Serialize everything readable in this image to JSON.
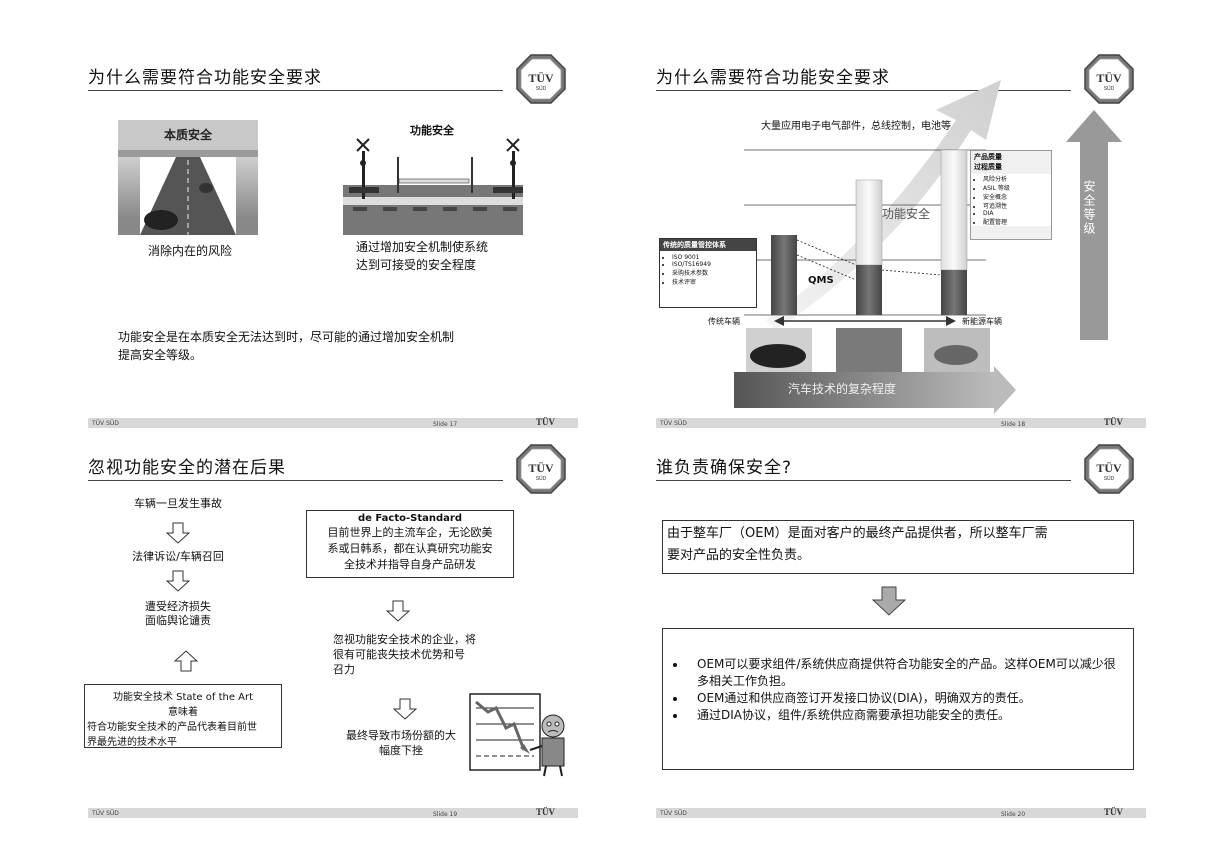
{
  "slides": [
    {
      "title": "为什么需要符合功能安全要求",
      "footer_left": "TÜV SÜD",
      "footer_mid": "Slide 17",
      "footer_right": "TÜV",
      "inherent_label": "本质安全",
      "inherent_caption": "消除内在的风险",
      "functional_label": "功能安全",
      "functional_caption_1": "通过增加安全机制使系统",
      "functional_caption_2": "达到可接受的安全程度",
      "summary_1": "功能安全是在本质安全无法达到时，尽可能的通过增加安全机制",
      "summary_2": "提高安全等级。"
    },
    {
      "title": "为什么需要符合功能安全要求",
      "footer_left": "TÜV SÜD",
      "footer_mid": "Slide 18",
      "footer_right": "TÜV",
      "top_text": "大量应用电子电气部件，总线控制，电池等",
      "func_safety": "功能安全",
      "qms": "QMS",
      "safety_level": "安全等级",
      "traditional_vehicle": "传统车辆",
      "new_vehicle": "新能源车辆",
      "complexity": "汽车技术的复杂程度",
      "trad_box_title": "传统的质量管控体系",
      "trad_box_items": [
        "ISO 9001",
        "ISO/TS16949",
        "采购技术参数",
        "技术评审"
      ],
      "right_box_title_1": "产品质量",
      "right_box_title_2": "过程质量",
      "right_box_items": [
        "风险分析",
        "ASIL 等级",
        "安全概念",
        "可追溯性",
        "DIA",
        "配置管理"
      ]
    },
    {
      "title": "忽视功能安全的潜在后果",
      "footer_left": "TÜV SÜD",
      "footer_mid": "Slide 19",
      "footer_right": "TÜV",
      "step1": "车辆一旦发生事故",
      "step2": "法律诉讼/车辆召回",
      "step3_1": "遭受经济损失",
      "step3_2": "面临舆论谴责",
      "defacto_title": "de Facto-Standard",
      "defacto_body_1": "目前世界上的主流车企，无论欧美",
      "defacto_body_2": "系或日韩系，都在认真研究功能安",
      "defacto_body_3": "全技术并指导自身产品研发",
      "ignore_1": "忽视功能安全技术的企业，将",
      "ignore_2": "很有可能丧失技术优势和号",
      "ignore_3": "召力",
      "market_1": "最终导致市场份额的大",
      "market_2": "幅度下挫",
      "sota_title": "功能安全技术  State of the Art",
      "sota_mean": "意味着",
      "sota_body_1": "符合功能安全技术的产品代表着目前世",
      "sota_body_2": "界最先进的技术水平"
    },
    {
      "title": "谁负责确保安全?",
      "footer_left": "TÜV SÜD",
      "footer_mid": "Slide 20",
      "footer_right": "TÜV",
      "top_box_1": "由于整车厂（OEM）是面对客户的最终产品提供者，所以整车厂需",
      "top_box_2": "要对产品的安全性负责。",
      "bullets": [
        "OEM可以要求组件/系统供应商提供符合功能安全的产品。这样OEM可以减少很多相关工作负担。",
        "OEM通过和供应商签订开发接口协议(DIA)，明确双方的责任。",
        "通过DIA协议，组件/系统供应商需要承担功能安全的责任。"
      ]
    }
  ],
  "logo_text_1": "TÜV",
  "logo_text_2": "SÜD",
  "colors": {
    "accent": "#888888",
    "dark": "#333333",
    "light": "#d8d8d8"
  }
}
